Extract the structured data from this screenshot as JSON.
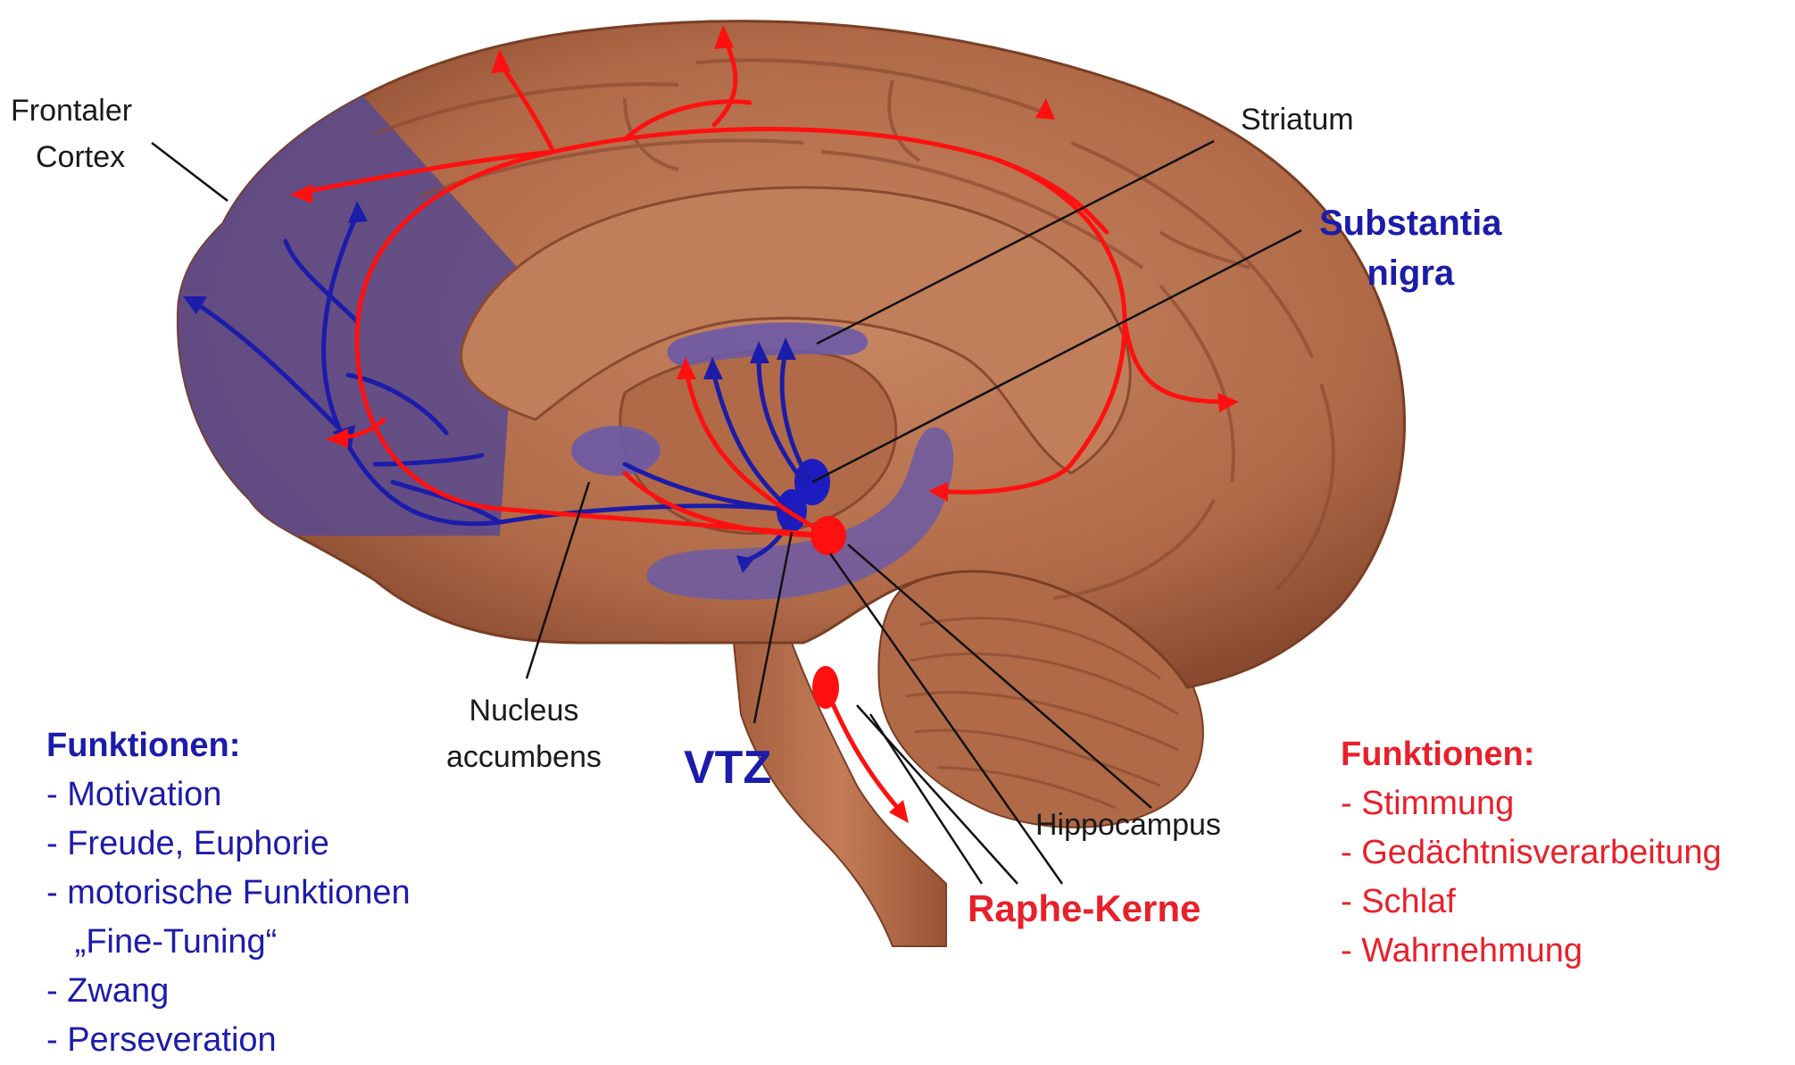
{
  "labels": {
    "frontal_cortex_line1": "Frontaler",
    "frontal_cortex_line2": "Cortex",
    "striatum": "Striatum",
    "substantia_nigra_line1": "Substantia",
    "substantia_nigra_line2": "nigra",
    "nucleus_accumbens_line1": "Nucleus",
    "nucleus_accumbens_line2": "accumbens",
    "vtz": "VTZ",
    "hippocampus": "Hippocampus",
    "raphe_kerne": "Raphe-Kerne"
  },
  "dopamine_functions": {
    "heading": "Funktionen:",
    "items": [
      "- Motivation",
      "- Freude, Euphorie",
      "- motorische Funktionen",
      "   „Fine-Tuning“",
      "- Zwang",
      "- Perseveration"
    ]
  },
  "serotonin_functions": {
    "heading": "Funktionen:",
    "items": [
      "- Stimmung",
      "- Gedächtnisverarbeitung",
      "- Schlaf",
      "- Wahrnehmung"
    ]
  },
  "colors": {
    "dopamine": "#1c1caa",
    "serotonin": "#e8202a",
    "brain": "#b8704e",
    "frontal_region": "#5a4a8c"
  }
}
